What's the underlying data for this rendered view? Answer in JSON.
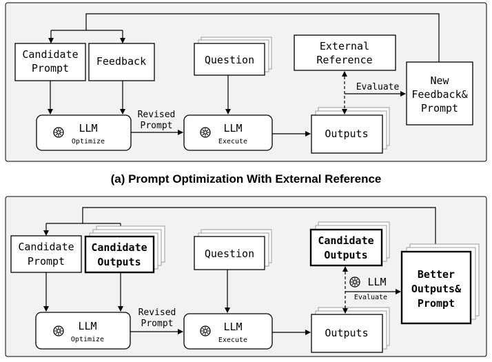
{
  "panel_a": {
    "caption": "(a) Prompt Optimization With External Reference",
    "candidate_prompt": [
      "Candidate",
      "Prompt"
    ],
    "feedback": "Feedback",
    "question": "Question",
    "external_reference": [
      "External",
      "Reference"
    ],
    "new_feedback_prompt": [
      "New",
      "Feedback&",
      "Prompt"
    ],
    "llm_optimize": {
      "title": "LLM",
      "sub": "Optimize"
    },
    "revised_prompt": [
      "Revised",
      "Prompt"
    ],
    "llm_execute": {
      "title": "LLM",
      "sub": "Execute"
    },
    "outputs": "Outputs",
    "evaluate": "Evaluate"
  },
  "panel_b": {
    "candidate_prompt": [
      "Candidate",
      "Prompt"
    ],
    "candidate_outputs_left": [
      "Candidate",
      "Outputs"
    ],
    "question": "Question",
    "candidate_outputs_right": [
      "Candidate",
      "Outputs"
    ],
    "better_outputs_prompt": [
      "Better",
      "Outputs&",
      "Prompt"
    ],
    "llm_optimize": {
      "title": "LLM",
      "sub": "Optimize"
    },
    "revised_prompt": [
      "Revised",
      "Prompt"
    ],
    "llm_execute": {
      "title": "LLM",
      "sub": "Execute"
    },
    "outputs": "Outputs",
    "llm_evaluate": {
      "title": "LLM",
      "sub": "Evaluate"
    }
  },
  "icons": {
    "llm": "openai-logo-icon"
  }
}
